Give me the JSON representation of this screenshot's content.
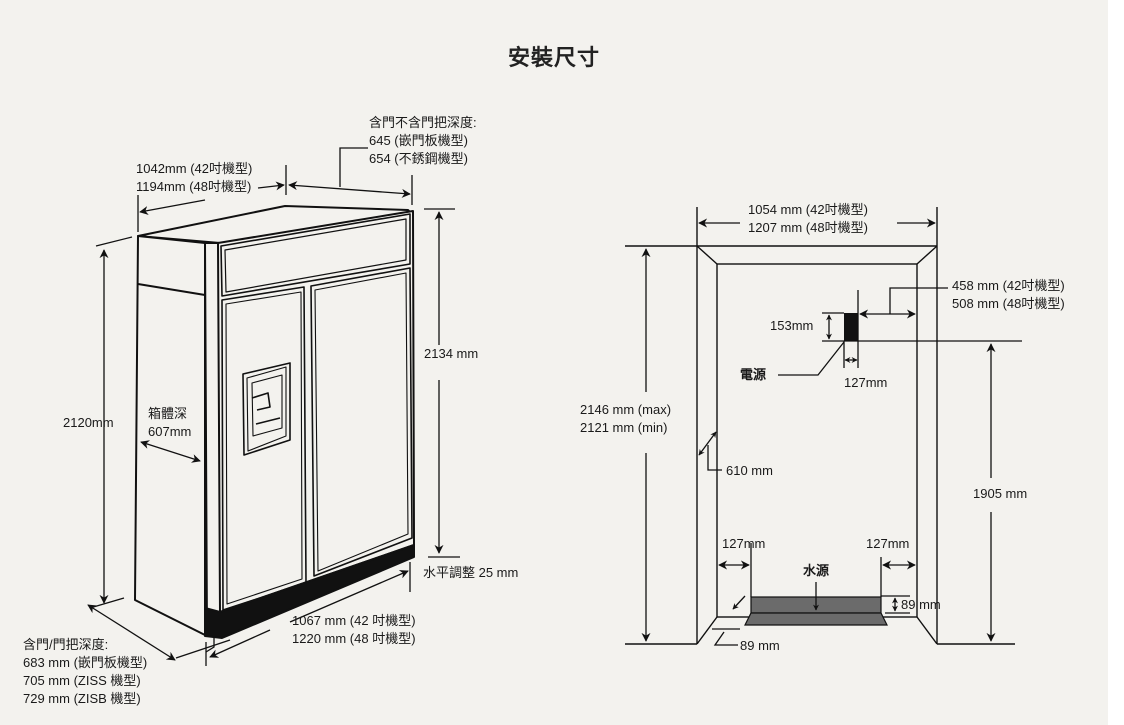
{
  "title": "安裝尺寸",
  "left_diagram": {
    "door_depth": {
      "heading": "含門不含門把深度:",
      "lines": [
        "645 (嵌門板機型)",
        "654 (不銹鋼機型)"
      ]
    },
    "width_top": {
      "lines": [
        "1042mm (42吋機型)",
        "1194mm (48吋機型)"
      ]
    },
    "height_total": "2120mm",
    "cabinet_depth": {
      "lines": [
        "箱體深",
        "607mm"
      ]
    },
    "height_front": "2134 mm",
    "leveling": "水平調整 25 mm",
    "width_bottom": {
      "lines": [
        "1067 mm (42 吋機型)",
        "1220 mm (48 吋機型)"
      ]
    },
    "depth_with_handle": {
      "heading": "含門/門把深度:",
      "lines": [
        "683 mm (嵌門板機型)",
        "705 mm (ZISS 機型)",
        "729 mm (ZISB 機型)"
      ]
    }
  },
  "right_diagram": {
    "opening_width": {
      "lines": [
        "1054 mm (42吋機型)",
        "1207 mm (48吋機型)"
      ]
    },
    "power_offset": {
      "lines": [
        "458 mm (42吋機型)",
        "508 mm (48吋機型)"
      ]
    },
    "power_height": "153mm",
    "power_label": "電源",
    "power_width": "127mm",
    "opening_height": {
      "lines": [
        "2146 mm (max)",
        "2121 mm (min)"
      ]
    },
    "opening_depth": "610 mm",
    "power_elevation": "1905 mm",
    "water_left": "127mm",
    "water_right": "127mm",
    "water_label": "水源",
    "water_height": "89 mm",
    "water_depth": "89 mm"
  },
  "colors": {
    "background": "#f3f2ee",
    "line": "#111111",
    "water_box": "#6b6b6b"
  }
}
